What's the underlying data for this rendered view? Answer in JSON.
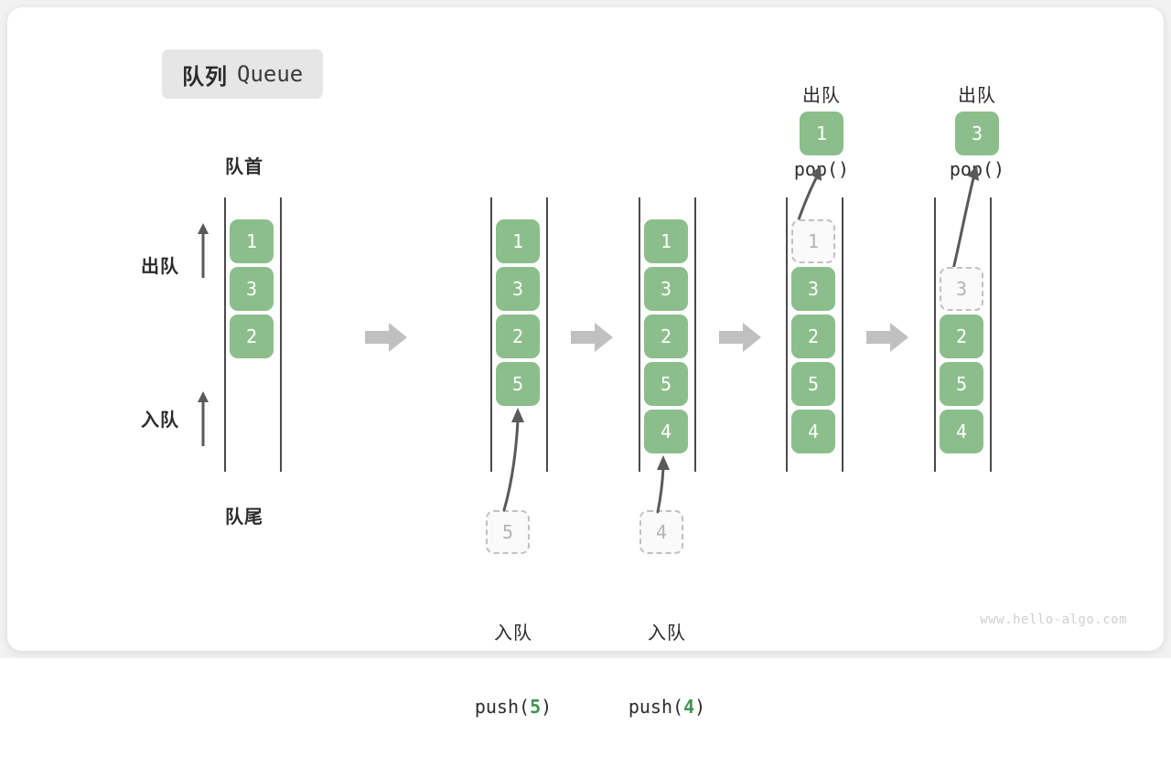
{
  "title": {
    "cn": "队列",
    "en": "Queue"
  },
  "labels": {
    "head": "队首",
    "tail": "队尾",
    "dequeue": "出队",
    "enqueue": "入队"
  },
  "watermark": "www.hello-algo.com",
  "colors": {
    "element": "#8cbe8c",
    "element_text": "#ffffff",
    "ghost_border": "#c0c0c0",
    "ghost_text": "#b3b3b3",
    "rail": "#4a4a4a",
    "arrow": "#5a5a5a",
    "step_arrow": "#c0c0c0",
    "accent_number": "#3f9450",
    "badge_bg": "#e6e6e6",
    "card_bg": "#ffffff",
    "page_bg": "#f2f2f2"
  },
  "stages": [
    {
      "id": "initial",
      "caption_cn": "",
      "caption_code": "",
      "top_caption_cn": "",
      "top_caption_code": "",
      "elements": [
        "1",
        "3",
        "2"
      ],
      "ghost_index": -1,
      "incoming_value": "",
      "popped_value": ""
    },
    {
      "id": "push-5",
      "caption_cn": "入队",
      "caption_code": "push(5)",
      "caption_code_prefix": "push(",
      "caption_code_number": "5",
      "caption_code_suffix": ")",
      "top_caption_cn": "",
      "top_caption_code": "",
      "elements": [
        "1",
        "3",
        "2",
        "5"
      ],
      "ghost_index": -1,
      "incoming_value": "5",
      "popped_value": ""
    },
    {
      "id": "push-4",
      "caption_cn": "入队",
      "caption_code": "push(4)",
      "caption_code_prefix": "push(",
      "caption_code_number": "4",
      "caption_code_suffix": ")",
      "top_caption_cn": "",
      "top_caption_code": "",
      "elements": [
        "1",
        "3",
        "2",
        "5",
        "4"
      ],
      "ghost_index": -1,
      "incoming_value": "4",
      "popped_value": ""
    },
    {
      "id": "pop-1",
      "caption_cn": "",
      "caption_code": "",
      "top_caption_cn": "出队",
      "top_caption_code": "pop()",
      "elements": [
        "1",
        "3",
        "2",
        "5",
        "4"
      ],
      "ghost_index": 0,
      "incoming_value": "",
      "popped_value": "1"
    },
    {
      "id": "pop-3",
      "caption_cn": "",
      "caption_code": "",
      "top_caption_cn": "出队",
      "top_caption_code": "pop()",
      "elements": [
        "",
        "3",
        "2",
        "5",
        "4"
      ],
      "ghost_index": 1,
      "incoming_value": "",
      "popped_value": "3"
    }
  ],
  "stage_values": {
    "s0": {
      "e0": "1",
      "e1": "3",
      "e2": "2"
    },
    "s1": {
      "e0": "1",
      "e1": "3",
      "e2": "2",
      "e3": "5",
      "ghost": "5"
    },
    "s2": {
      "e0": "1",
      "e1": "3",
      "e2": "2",
      "e3": "5",
      "e4": "4",
      "ghost": "4"
    },
    "s3": {
      "ghost": "1",
      "e1": "3",
      "e2": "2",
      "e3": "5",
      "e4": "4",
      "popped": "1"
    },
    "s4": {
      "ghost": "3",
      "e2": "2",
      "e3": "5",
      "e4": "4",
      "popped": "3"
    }
  }
}
